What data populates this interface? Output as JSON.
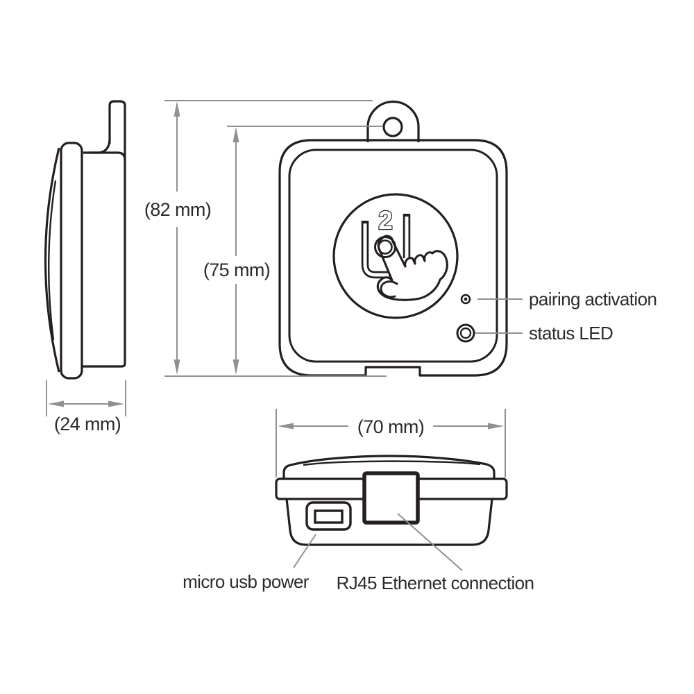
{
  "figure": {
    "description": "Technical dimension drawing of a wireless smart button device shown in three views (side, front, bottom)",
    "dimensions": {
      "overall_height": "(82 mm)",
      "mount_hole_height": "(75 mm)",
      "depth": "(24 mm)",
      "width": "(70 mm)"
    },
    "callouts": {
      "pairing": "pairing activation",
      "status_led": "status LED",
      "usb": "micro usb power",
      "ethernet": "RJ45 Ethernet connection"
    },
    "button_icon_label": "2",
    "colors": {
      "line": "#231f20",
      "dimension_line": "#8f9093",
      "text": "#2d2a2c",
      "background": "#ffffff"
    }
  }
}
